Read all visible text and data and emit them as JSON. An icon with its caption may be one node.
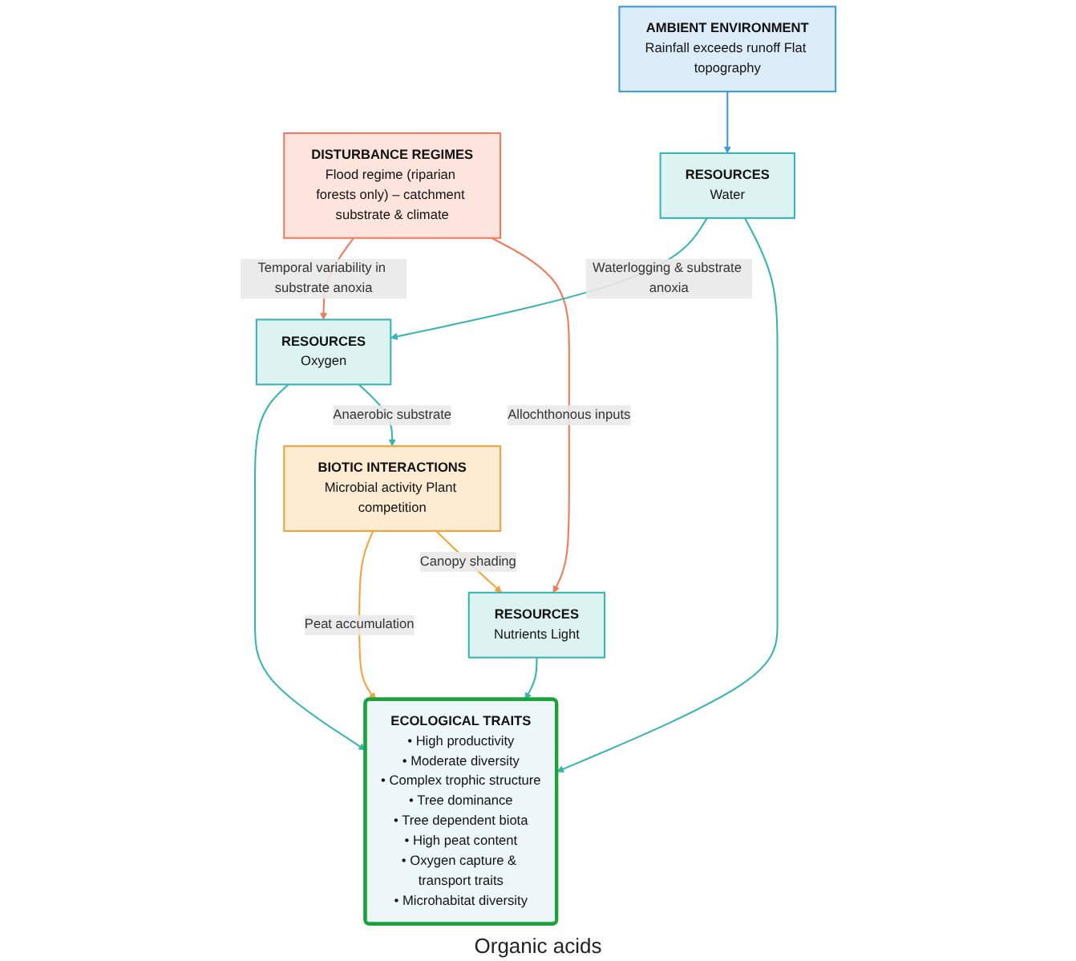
{
  "diagram": {
    "nodes": [
      {
        "text": [
          "DISTURBANCE REGIMES",
          "Flood regime (riparian forests only) – catchment substrate & climate"
        ]
      },
      {
        "text": [
          "RESOURCES",
          "Water"
        ]
      },
      {
        "text": [
          "AMBIENT ENVIRONMENT",
          "Rainfall exceeds runoff Flat topography"
        ]
      },
      {
        "text": [
          "RESOURCES",
          "Oxygen"
        ]
      },
      {
        "text": [
          "ECOLOGICAL TRAITS",
          "• High productivity",
          "• Moderate diversity",
          "• Complex trophic structure",
          "• Tree dominance",
          "• Tree dependent biota",
          "• High peat content",
          "• Oxygen capture & transport traits",
          "• Microhabitat diversity"
        ]
      },
      {
        "text": [
          "RESOURCES",
          "Nutrients Light"
        ]
      },
      {
        "text": [
          "BIOTIC INTERACTIONS",
          "Microbial activity Plant competition"
        ]
      }
    ],
    "edges": [
      {
        "from": 0,
        "to": 3,
        "arrow": "to",
        "label": "Temporal variability in substrate anoxia",
        "color": "#f07a5a"
      },
      {
        "from": 0,
        "to": 5,
        "arrow": "to",
        "label": "Allochthonous inputs",
        "color": "#f07a5a"
      },
      {
        "from": 1,
        "to": 3,
        "arrow": "to",
        "label": "Waterlogging & substrate anoxia"
      },
      {
        "from": 1,
        "to": 4,
        "arrow": "to"
      },
      {
        "from": 2,
        "to": 1,
        "arrow": "to",
        "color": "#3a9ad9"
      },
      {
        "from": 3,
        "to": 4,
        "arrow": "to"
      },
      {
        "from": 3,
        "to": 6,
        "arrow": "to",
        "label": "Anaerobic substrate"
      },
      {
        "from": 5,
        "to": 4,
        "arrow": "to"
      },
      {
        "from": 6,
        "to": 4,
        "arrow": "to",
        "label": "Peat accumulation",
        "color": "#f5a23a"
      },
      {
        "from": 6,
        "to": 5,
        "arrow": "to",
        "label": "Canopy shading",
        "color": "#f5a23a"
      }
    ],
    "labels": [
      "Organic acids"
    ]
  }
}
